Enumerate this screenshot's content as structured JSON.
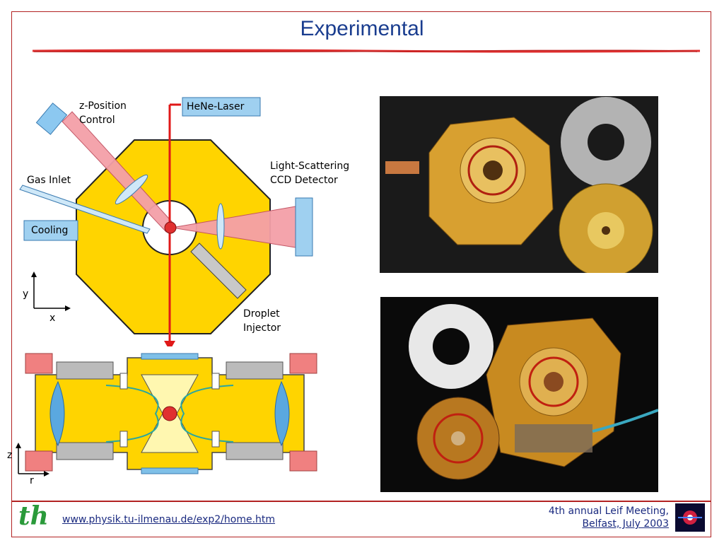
{
  "title": "Experimental",
  "labels": {
    "z_position_control": [
      "z-Position",
      "Control"
    ],
    "hene_laser": "HeNe-Laser",
    "light_scattering": [
      "Light-Scattering",
      "CCD Detector"
    ],
    "gas_inlet": "Gas Inlet",
    "cooling": "Cooling",
    "droplet_injector": [
      "Droplet",
      "Injector"
    ],
    "axis_y": "y",
    "axis_x": "x",
    "axis_z": "z",
    "axis_r": "r"
  },
  "footer": {
    "logo": "th",
    "url": "www.physik.tu-ilmenau.de/exp2/home.htm",
    "meeting_line1": "4th annual Leif Meeting,",
    "meeting_line2": "Belfast, July 2003"
  },
  "colors": {
    "title": "#1a3d8f",
    "rule": "#e03030",
    "gold": "#ffd400",
    "laser_beam": "#f4a0a8",
    "blue_box": "#9fd0f0"
  }
}
